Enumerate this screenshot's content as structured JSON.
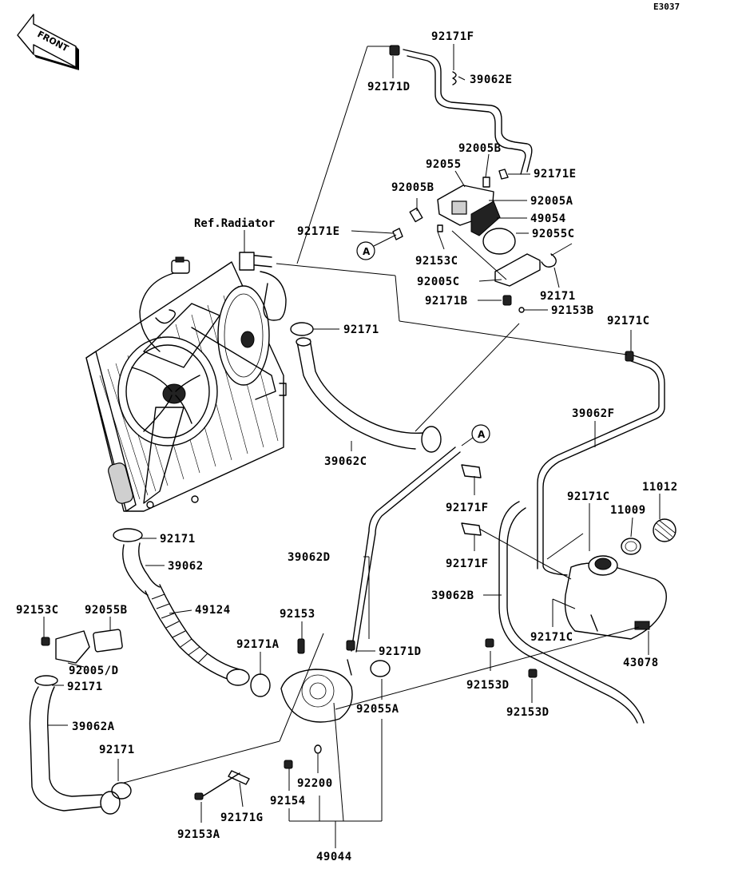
{
  "diagram_code": "E3037",
  "front_label": "FRONT",
  "ref_label": "Ref.Radiator",
  "markers": {
    "a1": "A",
    "a2": "A"
  },
  "labels": {
    "l92171F_top": "92171F",
    "l92171D_top": "92171D",
    "l39062E": "39062E",
    "l92005B_a": "92005B",
    "l92055": "92055",
    "l92171E_r": "92171E",
    "l92005B_b": "92005B",
    "l92005A": "92005A",
    "l49054": "49054",
    "l92171E_l": "92171E",
    "l92055C": "92055C",
    "l92153C_top": "92153C",
    "l92005C": "92005C",
    "l92171_tr": "92171",
    "l92171B": "92171B",
    "l92153B": "92153B",
    "l92171C_top": "92171C",
    "l92171_mid": "92171",
    "l39062F": "39062F",
    "l39062C": "39062C",
    "l92171C_mid": "92171C",
    "l11012": "11012",
    "l92171F_a": "92171F",
    "l11009": "11009",
    "l92171F_b": "92171F",
    "l39062D": "39062D",
    "l92171_l": "92171",
    "l39062": "39062",
    "l39062B": "39062B",
    "l49124": "49124",
    "l92153": "92153",
    "l92171C_low": "92171C",
    "l92153C_low": "92153C",
    "l92055B": "92055B",
    "l92171A": "92171A",
    "l92171D_low": "92171D",
    "l43078": "43078",
    "l92005D": "92005/D",
    "l92171_low": "92171",
    "l92153D_a": "92153D",
    "l92055A": "92055A",
    "l92153D_b": "92153D",
    "l39062A": "39062A",
    "l92171_bl": "92171",
    "l92200": "92200",
    "l92154": "92154",
    "l92171G": "92171G",
    "l92153A": "92153A",
    "l49044": "49044"
  }
}
